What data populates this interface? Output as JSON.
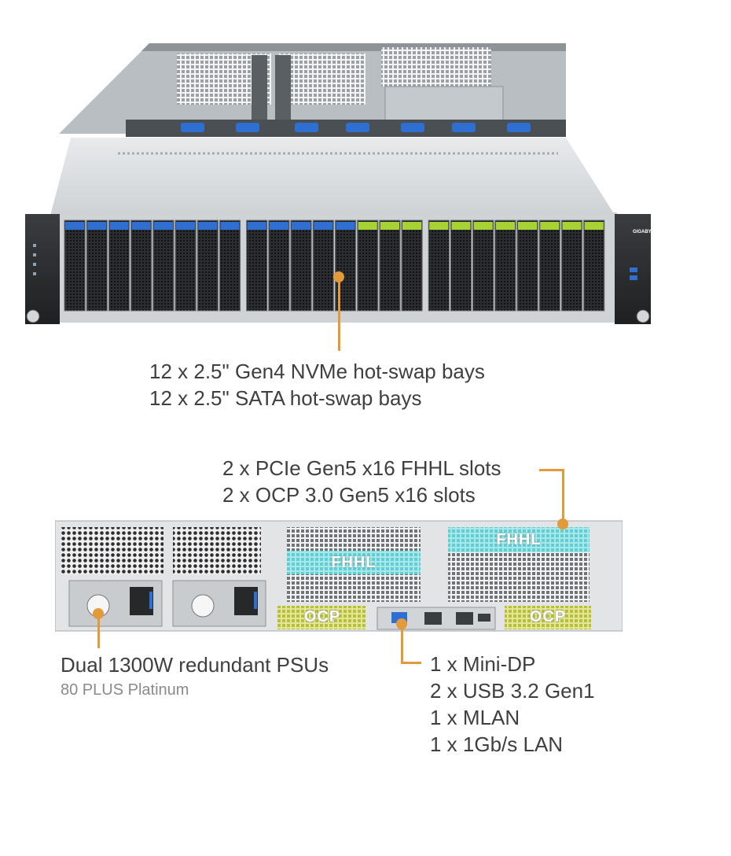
{
  "front_callout": {
    "lines": [
      "12 x 2.5\" Gen4 NVMe hot-swap bays",
      "12 x 2.5\" SATA hot-swap bays"
    ]
  },
  "pcie_callout": {
    "lines": [
      "2 x PCIe Gen5 x16 FHHL slots",
      "2 x OCP 3.0 Gen5 x16 slots"
    ]
  },
  "psu_callout": {
    "title": "Dual 1300W redundant PSUs",
    "subtitle": "80 PLUS Platinum"
  },
  "io_callout": {
    "lines": [
      "1 x Mini-DP",
      "2 x USB 3.2 Gen1",
      "1 x MLAN",
      "1 x 1Gb/s LAN"
    ]
  },
  "rear_labels": {
    "fhhl_left": "FHHL",
    "fhhl_right": "FHHL",
    "ocp_left": "OCP",
    "ocp_right": "OCP"
  },
  "brand_mark": "GIGABYTE",
  "colors": {
    "accent": "#e39a3b",
    "nvme_latch": "#2f6fd1",
    "sata_latch": "#a6d233",
    "slot_highlight": "#7fd9dc",
    "ocp_highlight": "#d8dd5a"
  }
}
